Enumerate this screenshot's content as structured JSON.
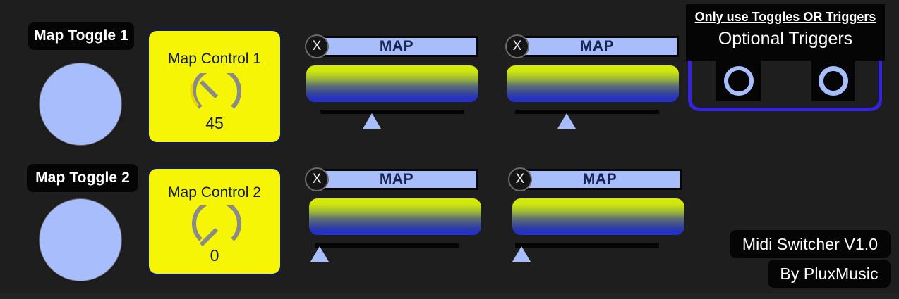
{
  "theme": {
    "background": "#1e1e1e",
    "accent_blue": "#3424dd",
    "light_blue": "#a8bdfc",
    "knob_yellow": "#f5f505",
    "knob_border_navy": "#121c4d",
    "pill_black": "#050505",
    "gradient_top": "#d6ec08",
    "gradient_bottom": "#2433cf"
  },
  "toggles": [
    {
      "label": "Map Toggle 1",
      "state": "on",
      "icon": "circle-toggle-icon"
    },
    {
      "label": "Map Toggle 2",
      "state": "on",
      "icon": "circle-toggle-icon"
    }
  ],
  "knobs": [
    {
      "title": "Map Control 1",
      "value": "45",
      "value_number": 45,
      "min": 0,
      "max": 127,
      "arc_filled": true
    },
    {
      "title": "Map Control 2",
      "value": "0",
      "value_number": 0,
      "min": 0,
      "max": 127,
      "arc_filled": false
    }
  ],
  "map_modules": [
    {
      "map_label": "MAP",
      "clear_label": "X",
      "clear_icon": "close-x-icon",
      "slider_percent": 38,
      "column": 1,
      "row": 1
    },
    {
      "map_label": "MAP",
      "clear_label": "X",
      "clear_icon": "close-x-icon",
      "slider_percent": 38,
      "column": 2,
      "row": 1
    },
    {
      "map_label": "MAP",
      "clear_label": "X",
      "clear_icon": "close-x-icon",
      "slider_percent": 0,
      "column": 1,
      "row": 2
    },
    {
      "map_label": "MAP",
      "clear_label": "X",
      "clear_icon": "close-x-icon",
      "slider_percent": 0,
      "column": 2,
      "row": 2
    }
  ],
  "triggers": {
    "warning": "Only use Toggles OR Triggers",
    "title": "Optional Triggers",
    "buttons": [
      {
        "icon": "circle-outline-icon",
        "state": "off"
      },
      {
        "icon": "circle-outline-icon",
        "state": "off"
      }
    ]
  },
  "branding": {
    "product": "Midi Switcher V1.0",
    "author": "By PluxMusic"
  }
}
